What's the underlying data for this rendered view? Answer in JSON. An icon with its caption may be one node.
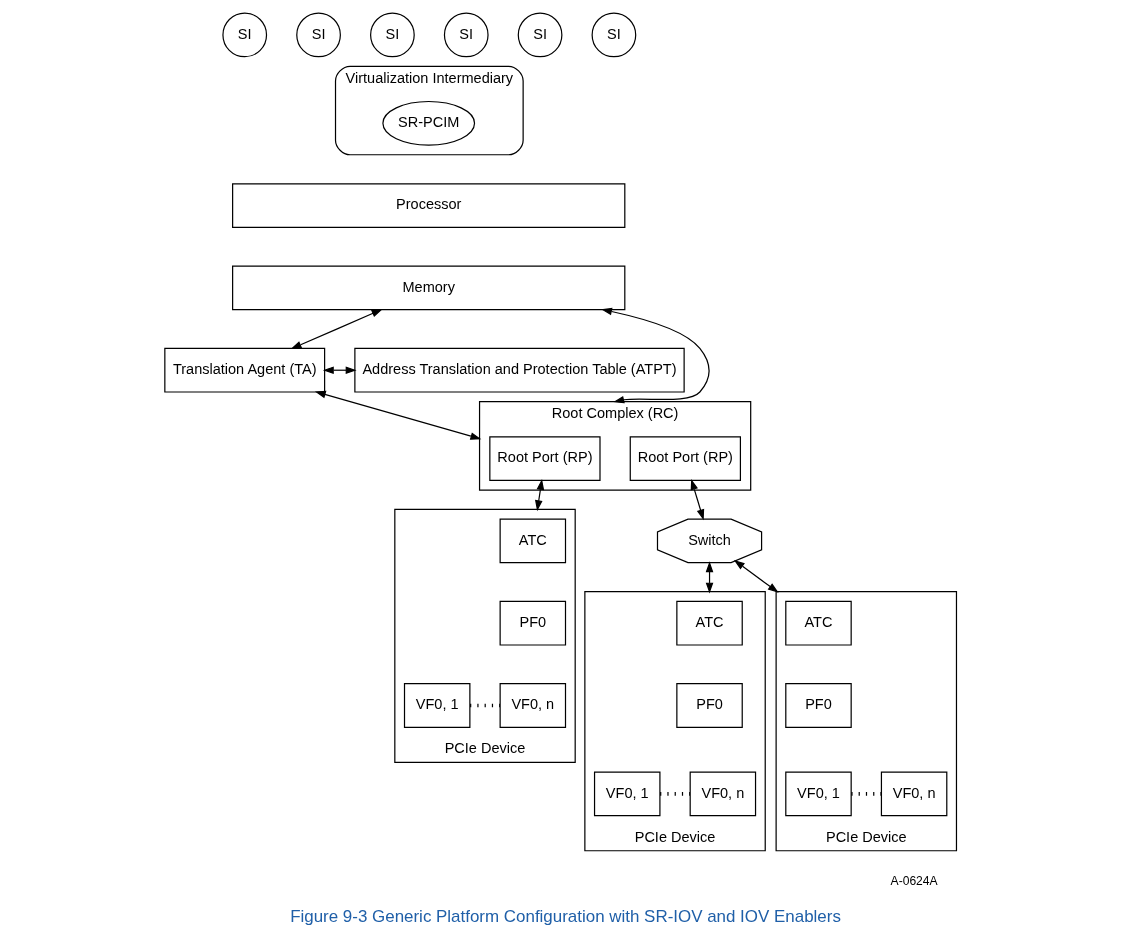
{
  "diagram": {
    "caption": "Figure 9-3 Generic Platform Configuration with SR-IOV and IOV Enablers",
    "nodes": [
      {
        "text": [
          "SI"
        ]
      },
      {
        "text": [
          "SI"
        ]
      },
      {
        "text": [
          "SI"
        ]
      },
      {
        "text": [
          "SI"
        ]
      },
      {
        "text": [
          "SI"
        ]
      },
      {
        "text": [
          "SI"
        ]
      },
      {
        "text": [
          "Virtualization Intermediary"
        ]
      },
      {
        "text": [
          "SR-PCIM"
        ],
        "in": 6
      },
      {
        "text": [
          "Processor"
        ]
      },
      {
        "text": [
          "Memory"
        ]
      },
      {
        "text": [
          "Translation Agent (TA)"
        ]
      },
      {
        "text": [
          "Address Translation and Protection Table (ATPT)"
        ]
      },
      {
        "text": [
          "Root Complex (RC)"
        ]
      },
      {
        "text": [
          "Root Port (RP)"
        ],
        "in": 12
      },
      {
        "text": [
          "Root Port (RP)"
        ],
        "in": 12
      },
      {
        "text": [
          "PCIe Device"
        ]
      },
      {
        "text": [
          "ATC"
        ],
        "in": 15
      },
      {
        "text": [
          "PF0"
        ],
        "in": 15
      },
      {
        "text": [
          "VF0, 1"
        ],
        "in": 15
      },
      {
        "text": [
          "VF0, n"
        ],
        "in": 15
      },
      {
        "text": [
          "Switch"
        ]
      },
      {
        "text": [
          "PCIe Device"
        ]
      },
      {
        "text": [
          "ATC"
        ],
        "in": 21
      },
      {
        "text": [
          "PF0"
        ],
        "in": 21
      },
      {
        "text": [
          "VF0, 1"
        ],
        "in": 21
      },
      {
        "text": [
          "VF0, n"
        ],
        "in": 21
      },
      {
        "text": [
          "PCIe Device"
        ]
      },
      {
        "text": [
          "ATC"
        ],
        "in": 26
      },
      {
        "text": [
          "PF0"
        ],
        "in": 26
      },
      {
        "text": [
          "VF0, 1"
        ],
        "in": 26
      },
      {
        "text": [
          "VF0, n"
        ],
        "in": 26
      }
    ],
    "edges": [
      {
        "from": 9,
        "to": 12,
        "arrow": "both"
      },
      {
        "from": 9,
        "to": 10,
        "arrow": "both"
      },
      {
        "from": 10,
        "to": 11,
        "arrow": "both"
      },
      {
        "from": 10,
        "to": 12,
        "arrow": "both"
      },
      {
        "from": 13,
        "to": 15,
        "arrow": "both"
      },
      {
        "from": 18,
        "to": 19,
        "arrow": "none",
        "style": "dashed"
      },
      {
        "from": 14,
        "to": 20,
        "arrow": "both"
      },
      {
        "from": 20,
        "to": 21,
        "arrow": "both"
      },
      {
        "from": 24,
        "to": 25,
        "arrow": "none",
        "style": "dashed"
      },
      {
        "from": 20,
        "to": 26,
        "arrow": "both"
      },
      {
        "from": 29,
        "to": 30,
        "arrow": "none",
        "style": "dashed"
      }
    ],
    "labels": [
      "A-0624A"
    ]
  }
}
